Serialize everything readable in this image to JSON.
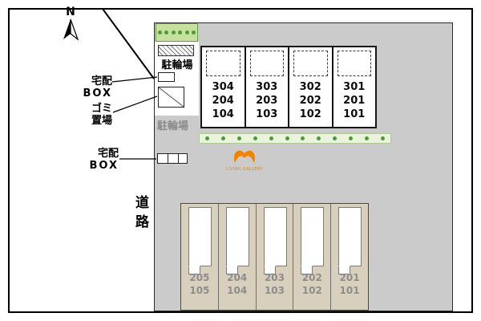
{
  "colors": {
    "plot_gray": "#cbcbcb",
    "building_south_fill": "#d8cfbd",
    "planter_fill": "#c6e0a0",
    "hedge_fill": "#eaf3dc",
    "dot_green": "#4f9b3a",
    "logo_orange": "#f08300",
    "muted_text": "#8c8c8c"
  },
  "compass": {
    "label": "N"
  },
  "road_label": "道路",
  "annotations": {
    "delivery_box_top": {
      "lines": [
        "宅配",
        "BOX"
      ]
    },
    "garbage_area": {
      "lines": [
        "ゴミ",
        "置場"
      ]
    },
    "delivery_box_bottom": {
      "lines": [
        "宅配",
        "BOX"
      ]
    },
    "bicycle_parking_label": "駐輪場",
    "bicycle_parking_label_gray": "駐輪場"
  },
  "logo": {
    "text": "LIVING GALLERY"
  },
  "greenery": {
    "planter_dots": 6,
    "hedge_dots": 12
  },
  "buildings": {
    "north": {
      "units": [
        {
          "floors": [
            "304",
            "204",
            "104"
          ]
        },
        {
          "floors": [
            "303",
            "203",
            "103"
          ]
        },
        {
          "floors": [
            "302",
            "202",
            "102"
          ]
        },
        {
          "floors": [
            "301",
            "201",
            "101"
          ]
        }
      ]
    },
    "south": {
      "units": [
        {
          "floors": [
            "205",
            "105"
          ]
        },
        {
          "floors": [
            "204",
            "104"
          ]
        },
        {
          "floors": [
            "203",
            "103"
          ]
        },
        {
          "floors": [
            "202",
            "102"
          ]
        },
        {
          "floors": [
            "201",
            "101"
          ]
        }
      ]
    }
  }
}
